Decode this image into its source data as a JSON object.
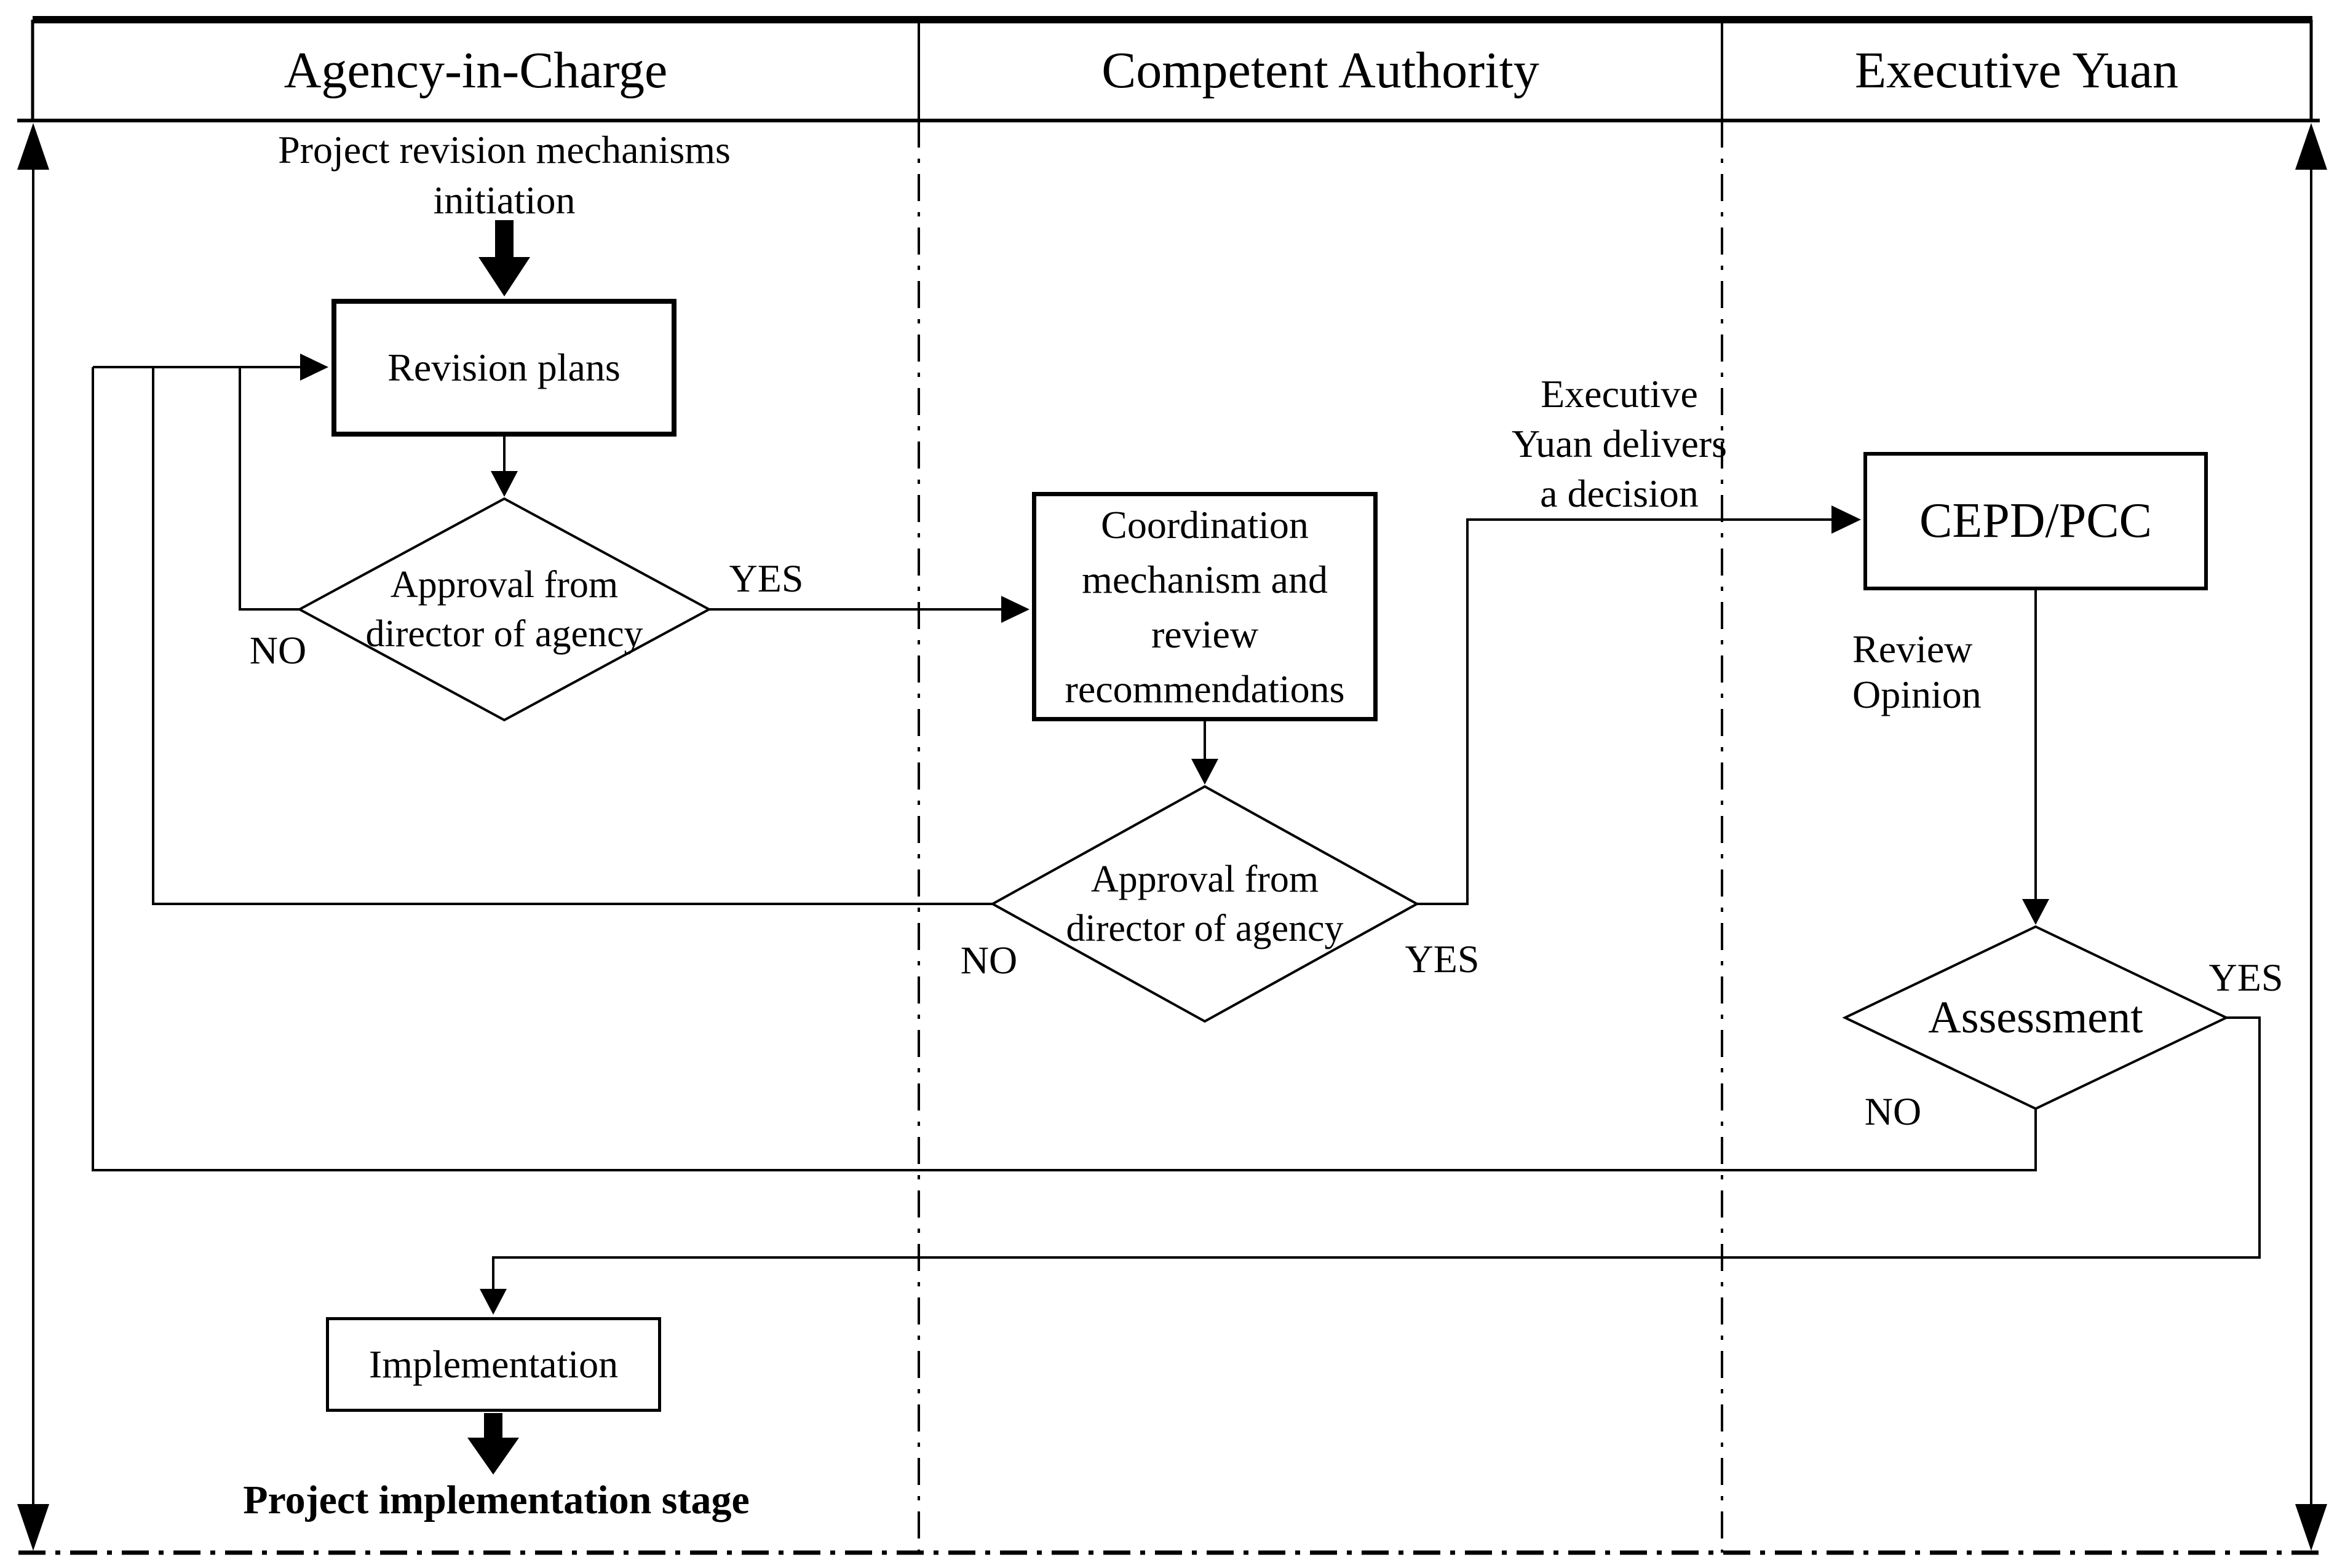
{
  "lanes": [
    {
      "label": "Agency-in-Charge"
    },
    {
      "label": "Competent Authority"
    },
    {
      "label": "Executive Yuan"
    }
  ],
  "nodes": {
    "start": {
      "line1": "Project revision mechanisms",
      "line2": "initiation"
    },
    "revision_plans": {
      "label": "Revision plans"
    },
    "decision1": {
      "line1": "Approval from",
      "line2": "director of agency"
    },
    "coordination": {
      "line1": "Coordination",
      "line2": "mechanism and",
      "line3": "review",
      "line4": "recommendations"
    },
    "decision2": {
      "line1": "Approval from",
      "line2": "director of agency"
    },
    "cepd": {
      "label": "CEPD/PCC"
    },
    "assessment": {
      "label": "Assessment"
    },
    "implementation": {
      "label": "Implementation"
    },
    "end": {
      "label": "Project implementation stage"
    }
  },
  "edge_labels": {
    "decision1_yes": "YES",
    "decision1_no": "NO",
    "decision2_yes": "YES",
    "decision2_no": "NO",
    "assessment_yes": "YES",
    "assessment_no": "NO",
    "decision_note": {
      "line1": "Executive",
      "line2": "Yuan delivers",
      "line3": "a decision"
    },
    "review_opinion": {
      "line1": "Review",
      "line2": "Opinion"
    }
  },
  "colors": {
    "line": "#000000",
    "background": "#ffffff"
  }
}
